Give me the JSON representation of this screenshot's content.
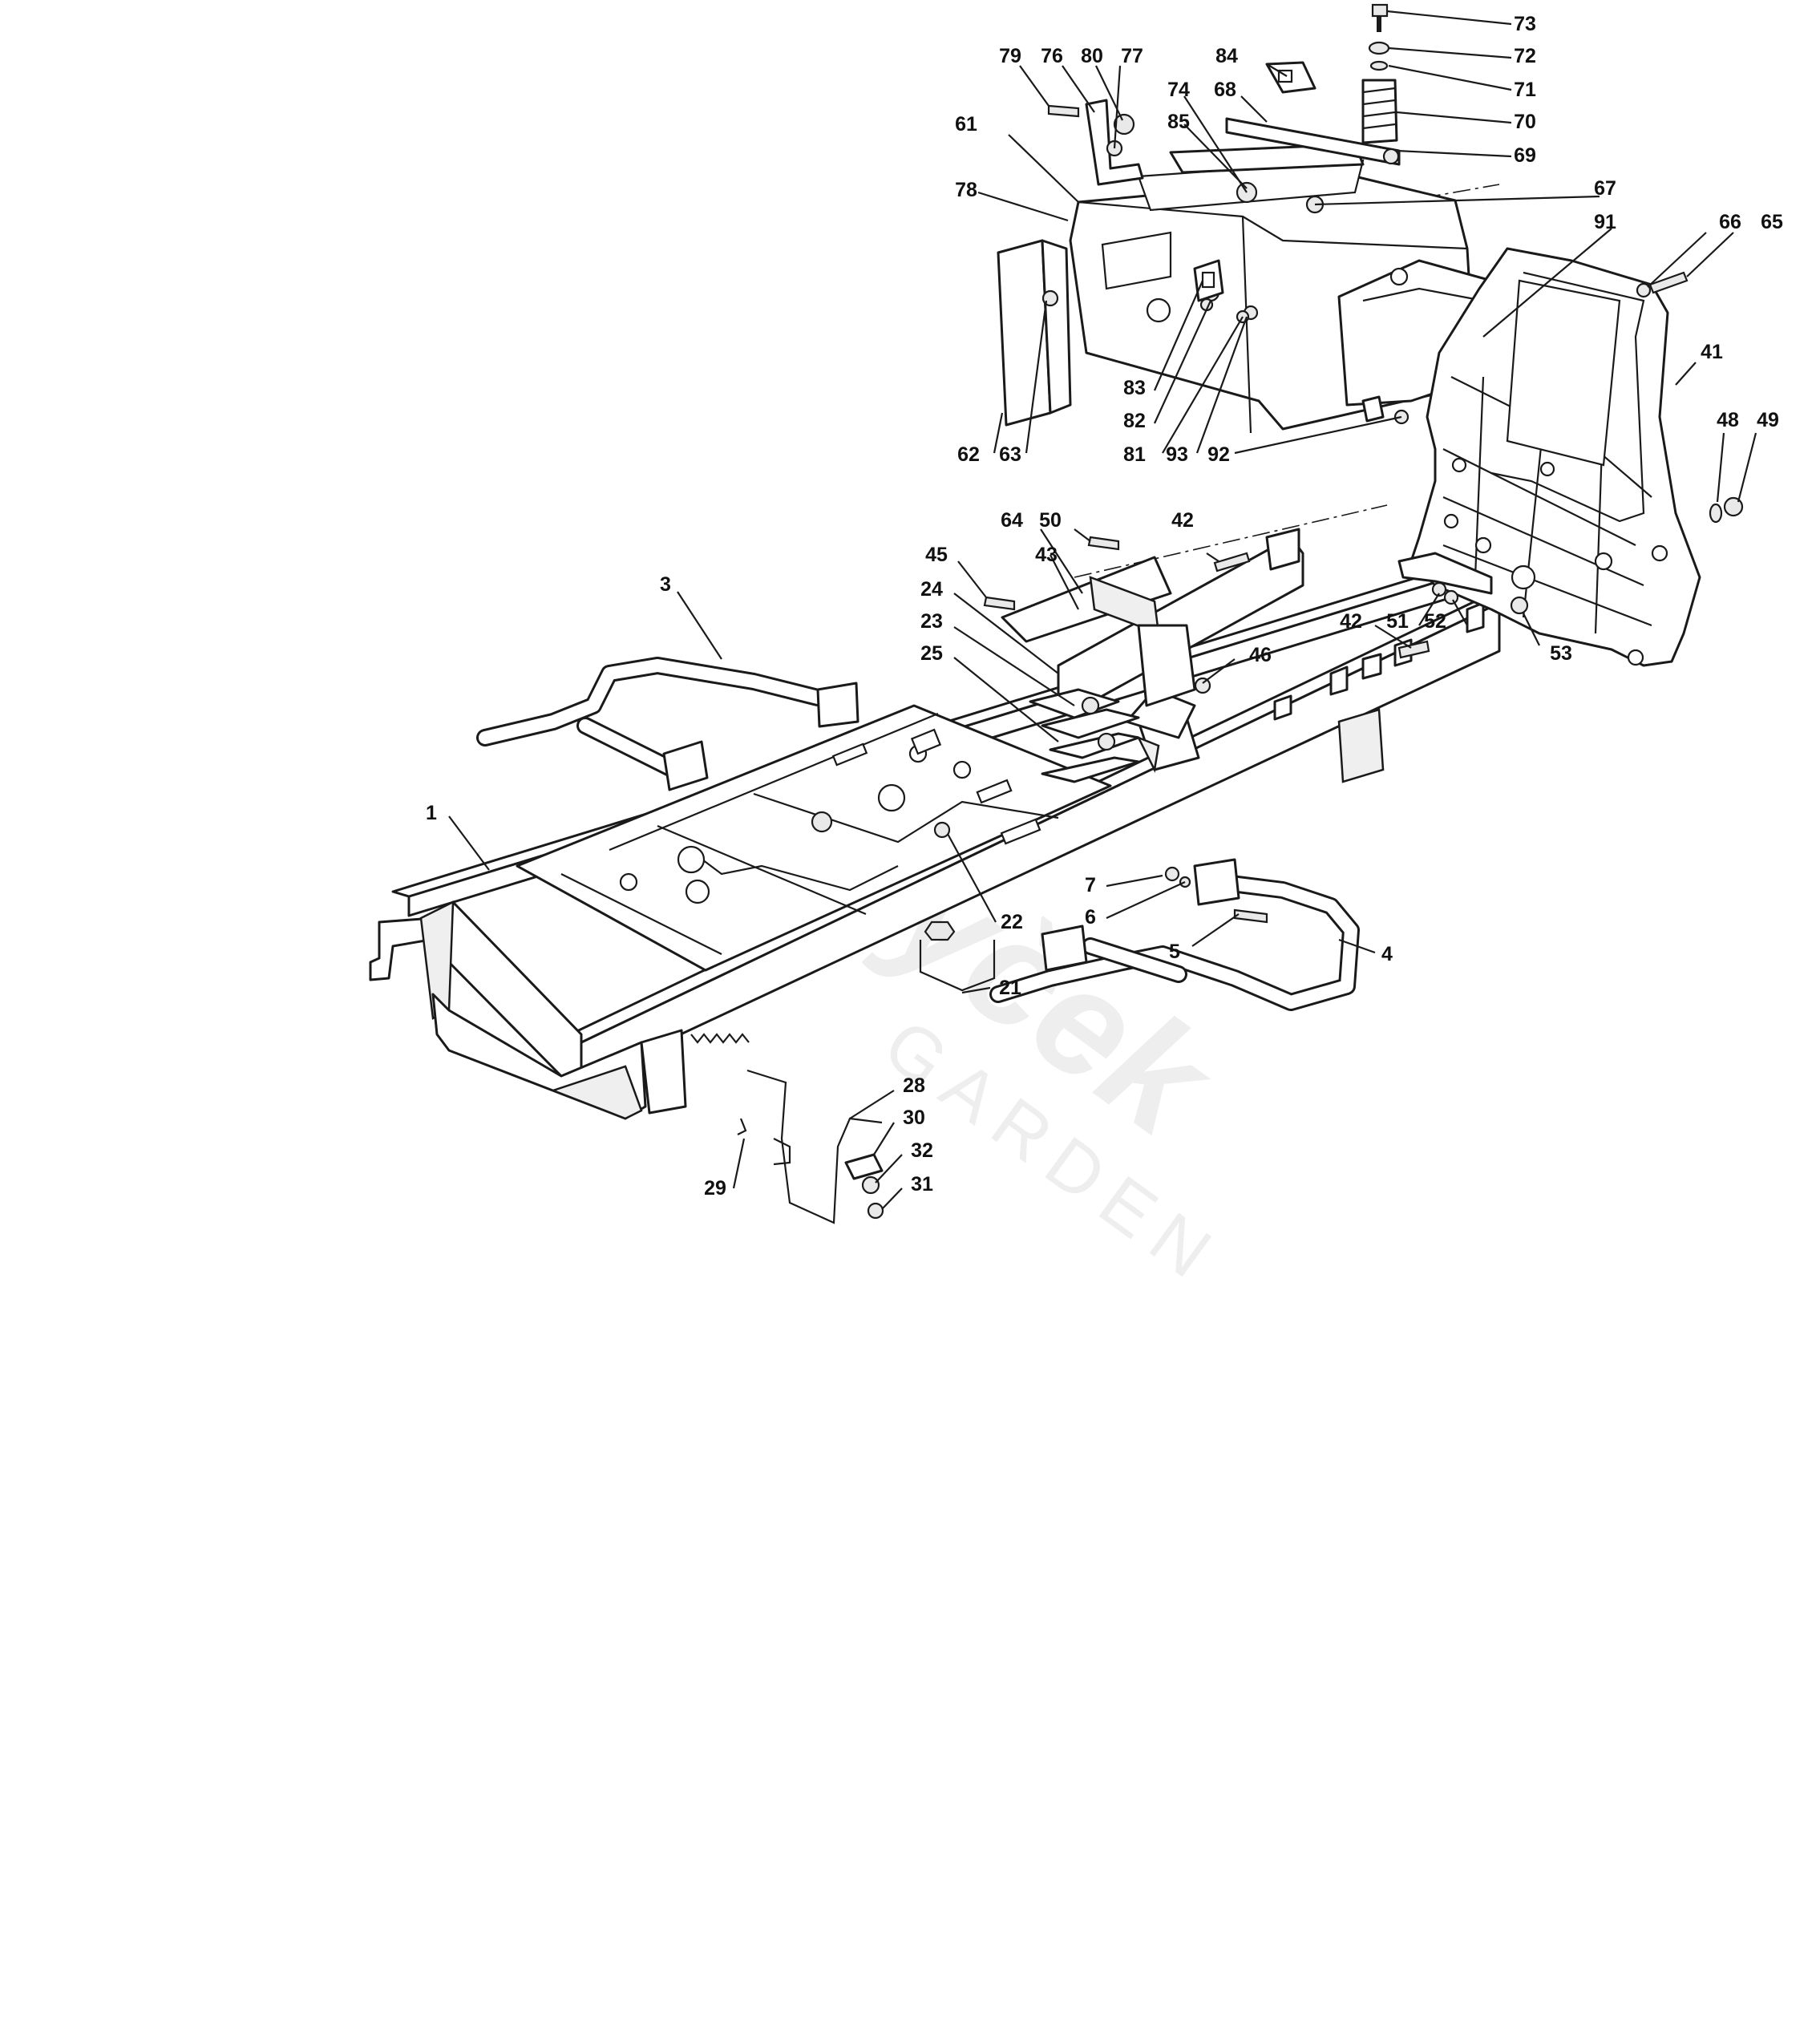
{
  "watermark": {
    "brand": "Seyček",
    "tagline": "GARDEN"
  },
  "labels": [
    {
      "id": "1",
      "text": "1"
    },
    {
      "id": "3",
      "text": "3"
    },
    {
      "id": "4",
      "text": "4"
    },
    {
      "id": "5",
      "text": "5"
    },
    {
      "id": "6",
      "text": "6"
    },
    {
      "id": "7",
      "text": "7"
    },
    {
      "id": "21",
      "text": "21"
    },
    {
      "id": "22",
      "text": "22"
    },
    {
      "id": "23",
      "text": "23"
    },
    {
      "id": "24",
      "text": "24"
    },
    {
      "id": "25",
      "text": "25"
    },
    {
      "id": "28",
      "text": "28"
    },
    {
      "id": "29",
      "text": "29"
    },
    {
      "id": "30",
      "text": "30"
    },
    {
      "id": "31",
      "text": "31"
    },
    {
      "id": "32",
      "text": "32"
    },
    {
      "id": "41",
      "text": "41"
    },
    {
      "id": "42a",
      "text": "42"
    },
    {
      "id": "42b",
      "text": "42"
    },
    {
      "id": "43",
      "text": "43"
    },
    {
      "id": "45",
      "text": "45"
    },
    {
      "id": "46",
      "text": "46"
    },
    {
      "id": "48",
      "text": "48"
    },
    {
      "id": "49",
      "text": "49"
    },
    {
      "id": "50",
      "text": "50"
    },
    {
      "id": "51",
      "text": "51"
    },
    {
      "id": "52",
      "text": "52"
    },
    {
      "id": "53",
      "text": "53"
    },
    {
      "id": "61",
      "text": "61"
    },
    {
      "id": "62",
      "text": "62"
    },
    {
      "id": "63",
      "text": "63"
    },
    {
      "id": "64",
      "text": "64"
    },
    {
      "id": "65",
      "text": "65"
    },
    {
      "id": "66",
      "text": "66"
    },
    {
      "id": "67",
      "text": "67"
    },
    {
      "id": "68",
      "text": "68"
    },
    {
      "id": "69",
      "text": "69"
    },
    {
      "id": "70",
      "text": "70"
    },
    {
      "id": "71",
      "text": "71"
    },
    {
      "id": "72",
      "text": "72"
    },
    {
      "id": "73",
      "text": "73"
    },
    {
      "id": "74",
      "text": "74"
    },
    {
      "id": "76",
      "text": "76"
    },
    {
      "id": "77",
      "text": "77"
    },
    {
      "id": "78",
      "text": "78"
    },
    {
      "id": "79",
      "text": "79"
    },
    {
      "id": "80",
      "text": "80"
    },
    {
      "id": "81",
      "text": "81"
    },
    {
      "id": "82",
      "text": "82"
    },
    {
      "id": "83",
      "text": "83"
    },
    {
      "id": "84",
      "text": "84"
    },
    {
      "id": "85",
      "text": "85"
    },
    {
      "id": "91",
      "text": "91"
    },
    {
      "id": "92",
      "text": "92"
    },
    {
      "id": "93",
      "text": "93"
    }
  ]
}
